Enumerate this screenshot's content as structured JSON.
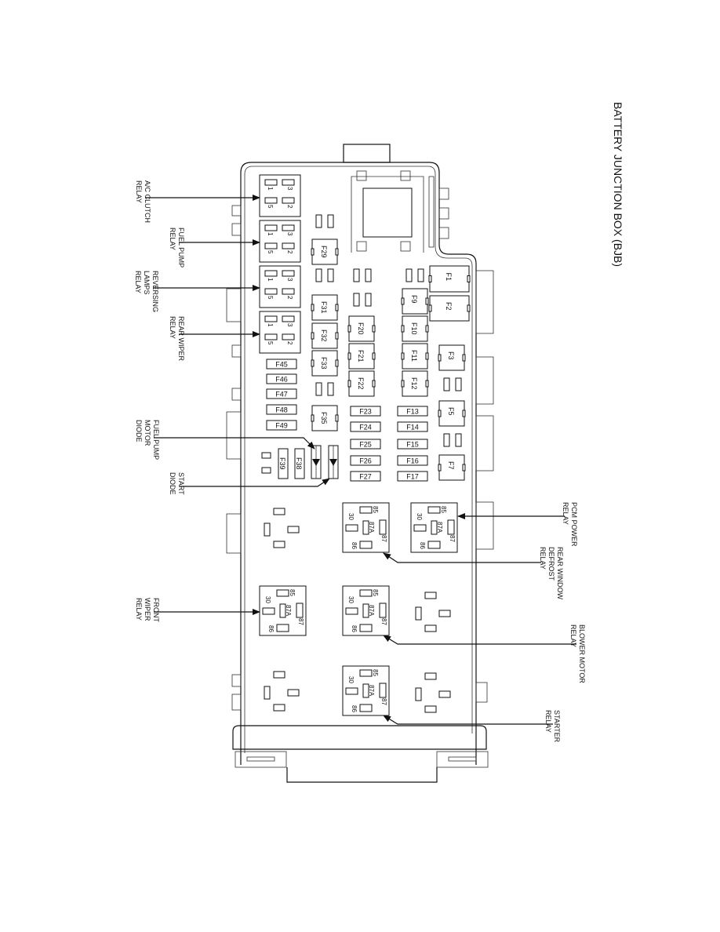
{
  "title": "BATTERY JUNCTION BOX (BJB)",
  "callouts": {
    "ac_clutch_relay": [
      "A/C CLUTCH",
      "RELAY"
    ],
    "fuel_pump_relay": [
      "FUEL PUMP",
      "RELAY"
    ],
    "reversing_lamps_relay": [
      "REVERSING",
      "LAMPS",
      "RELAY"
    ],
    "rear_wiper_relay": [
      "REAR WIPER",
      "RELAY"
    ],
    "fuel_pump_motor_diode": [
      "FUEL PUMP",
      "MOTOR",
      "DIODE"
    ],
    "start_diode": [
      "START",
      "DIODE"
    ],
    "pcm_power_relay": [
      "PCM POWER",
      "RELAY"
    ],
    "rear_window_defrost_relay": [
      "REAR WINDOW",
      "DEFROST",
      "RELAY"
    ],
    "front_wiper_relay": [
      "FRONT",
      "WIPER",
      "RELAY"
    ],
    "blower_motor_relay": [
      "BLOWER MOTOR",
      "RELAY"
    ],
    "starter_relay": [
      "STARTER",
      "RELAY"
    ]
  },
  "fuses": [
    "F1",
    "F2",
    "F3",
    "F5",
    "F7",
    "F9",
    "F10",
    "F11",
    "F12",
    "F13",
    "F14",
    "F15",
    "F16",
    "F17",
    "F20",
    "F21",
    "F22",
    "F23",
    "F24",
    "F25",
    "F26",
    "F27",
    "F29",
    "F31",
    "F32",
    "F33",
    "F35",
    "F38",
    "F39",
    "F45",
    "F46",
    "F47",
    "F48",
    "F49"
  ],
  "mini_relay_pins": [
    "1",
    "3",
    "5",
    "2"
  ],
  "iso_relay_pins": [
    "85",
    "30",
    "87A",
    "87",
    "86"
  ]
}
